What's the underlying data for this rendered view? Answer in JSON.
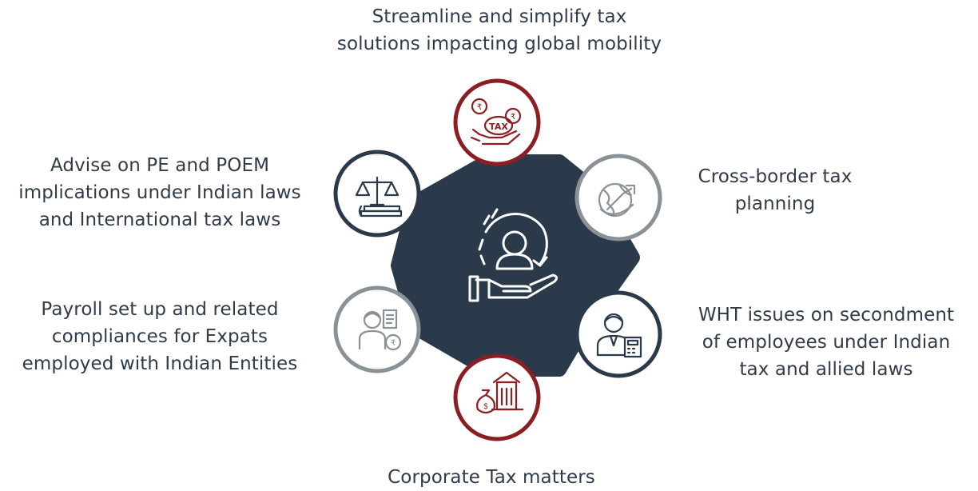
{
  "colors": {
    "hub": "#2a3a4b",
    "navy": "#2a3a4b",
    "maroon": "#8b1e22",
    "gray": "#8a9298",
    "icon_maroon": "#8b1e22",
    "icon_navy": "#2a3a4b",
    "icon_gray": "#8a9298",
    "text": "#2f3b48"
  },
  "hub": {
    "icon": "person-cycle-hand-icon"
  },
  "services": [
    {
      "id": "top",
      "lines": [
        "Streamline and simplify tax",
        "solutions impacting global mobility"
      ],
      "icon": "tax-coins-hand-icon",
      "ring": "maroon"
    },
    {
      "id": "right-top",
      "lines": [
        "Cross-border tax",
        "planning"
      ],
      "icon": "globe-growth-arrow-icon",
      "ring": "gray"
    },
    {
      "id": "right-bottom",
      "lines": [
        "WHT issues on secondment",
        "of employees under Indian",
        "tax and allied laws"
      ],
      "icon": "employee-calculator-icon",
      "ring": "navy"
    },
    {
      "id": "bottom",
      "lines": [
        "Corporate Tax matters"
      ],
      "icon": "money-bag-building-icon",
      "ring": "maroon"
    },
    {
      "id": "left-bottom",
      "lines": [
        "Payroll set up and related",
        "compliances for Expats",
        "employed with Indian Entities"
      ],
      "icon": "employee-payslip-rupee-icon",
      "ring": "gray"
    },
    {
      "id": "left-top",
      "lines": [
        "Advise on PE and POEM",
        "implications under Indian laws",
        "and International tax laws"
      ],
      "icon": "scales-justice-books-icon",
      "ring": "navy"
    }
  ]
}
